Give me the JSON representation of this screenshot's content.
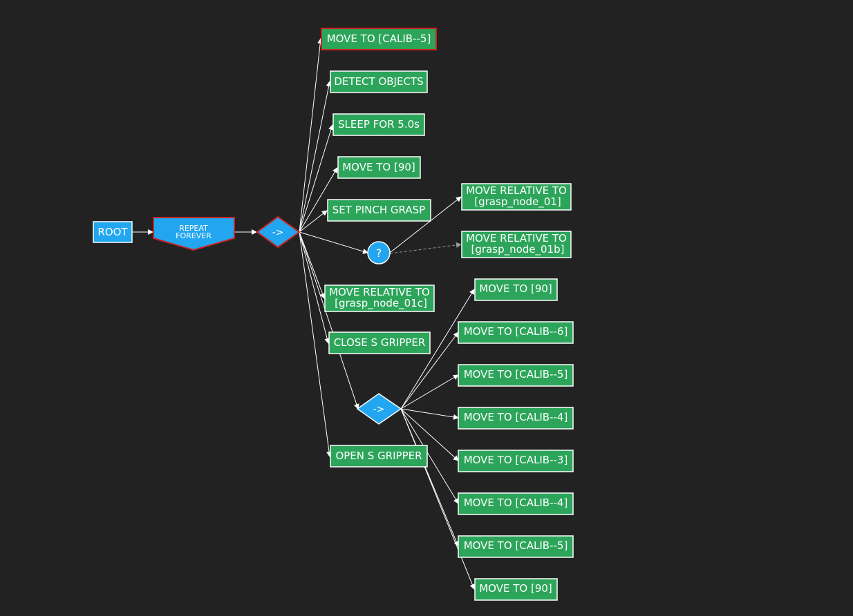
{
  "colors": {
    "background": "#222222",
    "action_fill": "#2ca55a",
    "control_fill": "#22a6f0",
    "node_border": "#ffffff",
    "highlight_border": "#cc2222",
    "edge": "#ffffff",
    "dashed_edge": "#999999"
  },
  "nodes": {
    "root": {
      "label": "ROOT"
    },
    "repeat": {
      "lines": [
        "REPEAT",
        "FOREVER"
      ]
    },
    "seq1": {
      "label": "->"
    },
    "move_calib5_top": {
      "lines": [
        "MOVE TO [CALIB--5]"
      ]
    },
    "detect": {
      "lines": [
        "DETECT OBJECTS"
      ]
    },
    "sleep": {
      "lines": [
        "SLEEP FOR 5.0s"
      ]
    },
    "move90_a": {
      "lines": [
        "MOVE TO [90]"
      ]
    },
    "pinch": {
      "lines": [
        "SET PINCH GRASP"
      ]
    },
    "fallback": {
      "label": "?"
    },
    "rel01": {
      "lines": [
        "MOVE RELATIVE TO",
        "[grasp_node_01]"
      ]
    },
    "rel01b": {
      "lines": [
        "MOVE RELATIVE TO",
        "[grasp_node_01b]"
      ]
    },
    "rel01c": {
      "lines": [
        "MOVE RELATIVE TO",
        "[grasp_node_01c]"
      ]
    },
    "close": {
      "lines": [
        "CLOSE S GRIPPER"
      ]
    },
    "seq2": {
      "label": "->"
    },
    "open": {
      "lines": [
        "OPEN S GRIPPER"
      ]
    },
    "c1": {
      "lines": [
        "MOVE TO [90]"
      ]
    },
    "c2": {
      "lines": [
        "MOVE TO [CALIB--6]"
      ]
    },
    "c3": {
      "lines": [
        "MOVE TO [CALIB--5]"
      ]
    },
    "c4": {
      "lines": [
        "MOVE TO [CALIB--4]"
      ]
    },
    "c5": {
      "lines": [
        "MOVE TO [CALIB--3]"
      ]
    },
    "c6": {
      "lines": [
        "MOVE TO [CALIB--4]"
      ]
    },
    "c7": {
      "lines": [
        "MOVE TO [CALIB--5]"
      ]
    },
    "c8": {
      "lines": [
        "MOVE TO [90]"
      ]
    }
  }
}
